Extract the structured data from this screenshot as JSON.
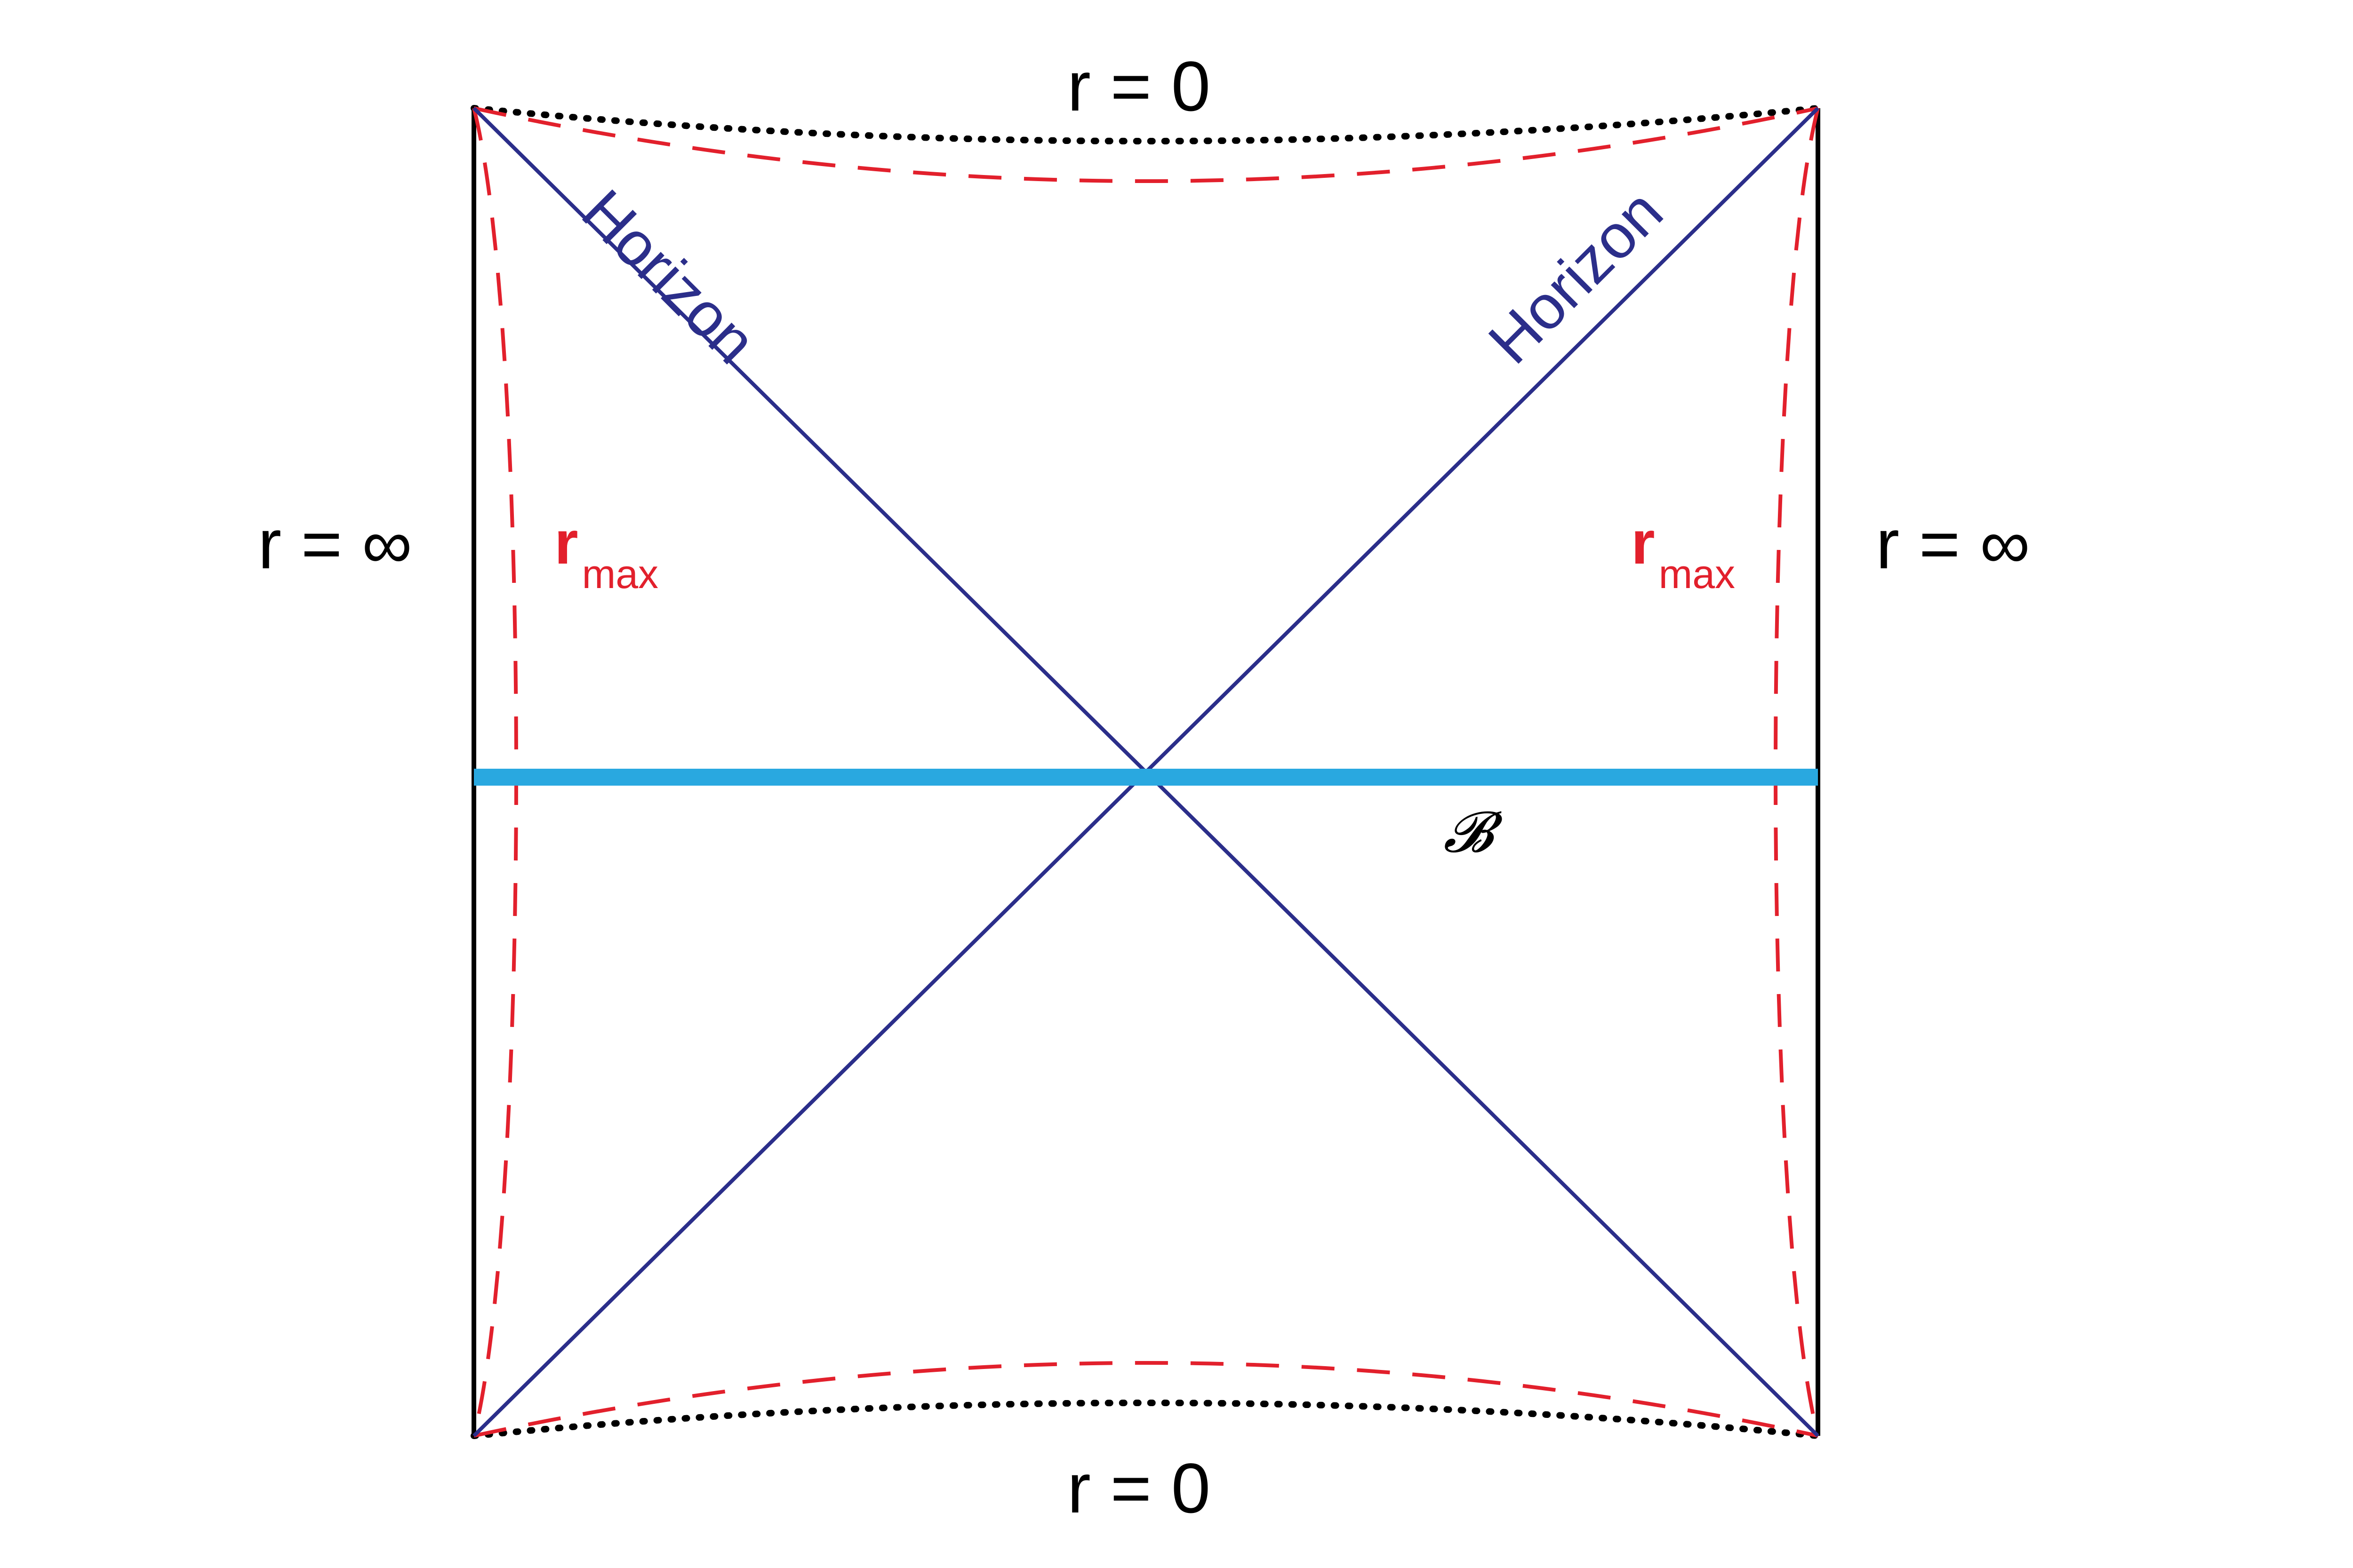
{
  "labels": {
    "top_singularity": "r = 0",
    "bottom_singularity": "r = 0",
    "left_boundary": "r = ∞",
    "right_boundary": "r = ∞",
    "horizon_left": "Horizon",
    "horizon_right": "Horizon",
    "rmax_left_base": "r",
    "rmax_left_sub": "max",
    "rmax_right_base": "r",
    "rmax_right_sub": "max",
    "slice": "𝓑"
  },
  "colors": {
    "boundary": "#000000",
    "singularity": "#000000",
    "horizon": "#2b2e8a",
    "rmax": "#e2202c",
    "slice": "#29a8e0",
    "background": "#ffffff"
  }
}
